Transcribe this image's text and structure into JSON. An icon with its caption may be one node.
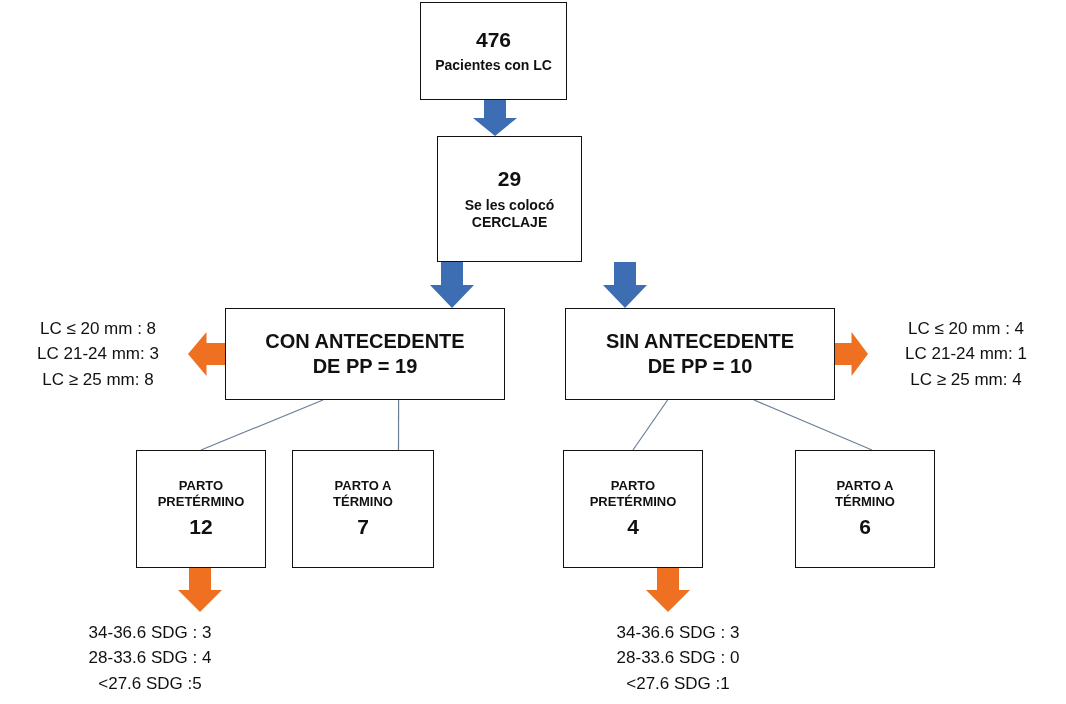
{
  "diagram": {
    "nodes": [
      {
        "text": [
          "476",
          "Pacientes con LC"
        ]
      },
      {
        "text": [
          "29",
          "Se les colocó CERCLAJE"
        ]
      },
      {
        "text": [
          "CON ANTECEDENTE DE PP  = 19"
        ]
      },
      {
        "text": [
          "SIN ANTECEDENTE DE PP = 10"
        ]
      },
      {
        "text": [
          "LC ≤ 20 mm : 8",
          "LC 21-24 mm: 3",
          "LC ≥ 25 mm: 8"
        ]
      },
      {
        "text": [
          "LC ≤ 20 mm : 4",
          "LC 21-24 mm: 1",
          "LC ≥ 25 mm: 4"
        ]
      },
      {
        "text": [
          "PARTO PRETÉRMINO",
          "12"
        ]
      },
      {
        "text": [
          "PARTO A TÉRMINO",
          "7"
        ]
      },
      {
        "text": [
          "PARTO PRETÉRMINO",
          "4"
        ]
      },
      {
        "text": [
          "PARTO A TÉRMINO",
          "6"
        ]
      },
      {
        "text": [
          "34-36.6 SDG : 3",
          "28-33.6 SDG : 4",
          "<27.6 SDG :5"
        ]
      },
      {
        "text": [
          "34-36.6 SDG : 3",
          "28-33.6 SDG : 0",
          "<27.6 SDG :1"
        ]
      }
    ],
    "edges": [
      {
        "from": 0,
        "to": 1,
        "arrow": "to",
        "style": "thick",
        "color": "#3d6db3"
      },
      {
        "from": 1,
        "to": 2,
        "arrow": "to",
        "style": "thick",
        "color": "#3d6db3"
      },
      {
        "from": 1,
        "to": 3,
        "arrow": "to",
        "style": "thick",
        "color": "#3d6db3"
      },
      {
        "from": 2,
        "to": 4,
        "arrow": "to",
        "style": "thick",
        "color": "#f07022"
      },
      {
        "from": 3,
        "to": 5,
        "arrow": "to",
        "style": "thick",
        "color": "#f07022"
      },
      {
        "from": 2,
        "to": 6,
        "arrow": "none"
      },
      {
        "from": 2,
        "to": 7,
        "arrow": "none"
      },
      {
        "from": 3,
        "to": 8,
        "arrow": "none"
      },
      {
        "from": 3,
        "to": 9,
        "arrow": "none"
      },
      {
        "from": 6,
        "to": 10,
        "arrow": "to",
        "style": "thick",
        "color": "#f07022"
      },
      {
        "from": 8,
        "to": 11,
        "arrow": "to",
        "style": "thick",
        "color": "#f07022"
      }
    ]
  }
}
